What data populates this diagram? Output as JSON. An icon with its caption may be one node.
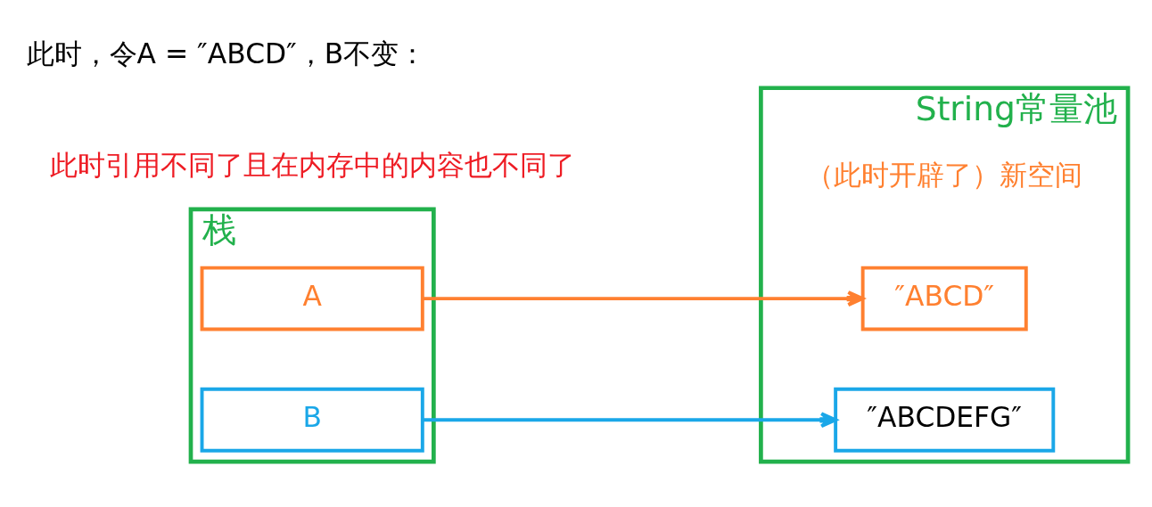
{
  "diagram": {
    "title": "此时，令A = ″ABCD″，B不变：",
    "nodes": [
      {
        "text": [
          "栈"
        ]
      },
      {
        "text": [
          "A"
        ],
        "in": 0
      },
      {
        "text": [
          "B"
        ],
        "in": 0
      },
      {
        "text": [
          "String常量池"
        ]
      },
      {
        "text": [
          "″ABCD″"
        ],
        "in": 3,
        "beside": [
          "（此时开辟了）新空间"
        ]
      },
      {
        "text": [
          "″ABCDEFG″"
        ],
        "in": 3
      }
    ],
    "edges": [
      {
        "from": 1,
        "to": 4,
        "arrow": "to",
        "color": "#ff8030"
      },
      {
        "from": 2,
        "to": 5,
        "arrow": "to",
        "color": "#1aa7e8"
      }
    ],
    "labels": [
      "此时引用不同了且在内存中的内容也不同了"
    ]
  }
}
